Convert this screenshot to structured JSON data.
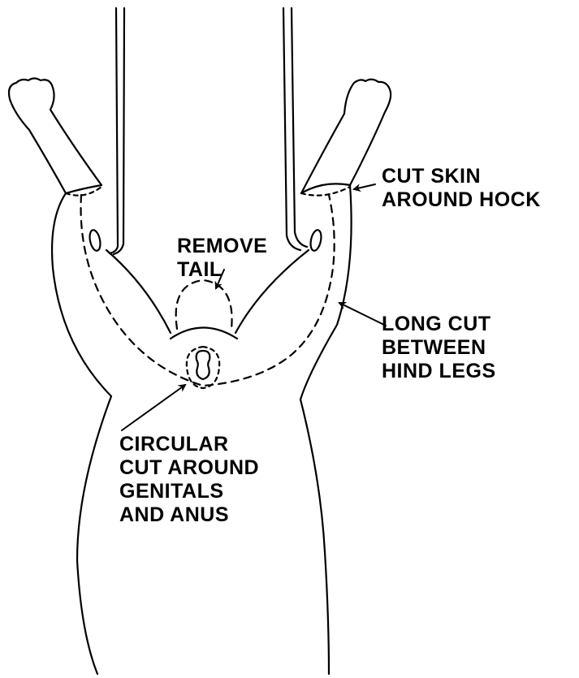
{
  "labels": {
    "hock": [
      "CUT SKIN",
      "AROUND HOCK"
    ],
    "tail": [
      "REMOVE",
      "TAIL"
    ],
    "long_cut": [
      "LONG CUT",
      "BETWEEN",
      "HIND LEGS"
    ],
    "circular": [
      "CIRCULAR",
      "CUT AROUND",
      "GENITALS",
      "AND ANUS"
    ]
  },
  "colors": {
    "ink": "#000000",
    "paper": "#ffffff"
  }
}
